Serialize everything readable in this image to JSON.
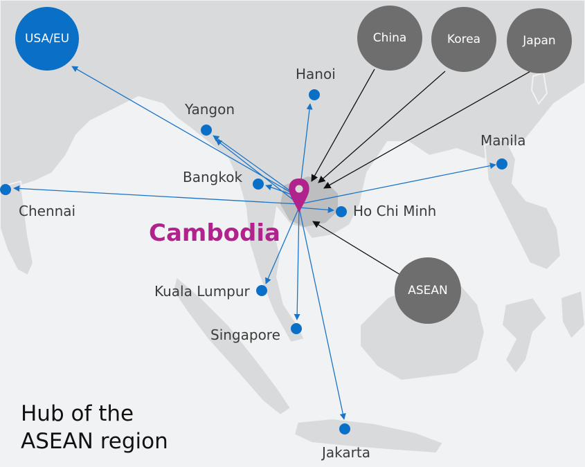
{
  "hub": {
    "name": "Cambodia",
    "color": "#b0238c"
  },
  "caption": {
    "line1": "Hub of the",
    "line2": "ASEAN region"
  },
  "origins": {
    "usa_eu": "USA/EU",
    "china": "China",
    "korea": "Korea",
    "japan": "Japan",
    "asean": "ASEAN"
  },
  "destinations": {
    "hanoi": "Hanoi",
    "yangon": "Yangon",
    "bangkok": "Bangkok",
    "chennai": "Chennai",
    "manila": "Manila",
    "ho_chi_minh": "Ho Chi Minh",
    "kuala_lumpur": "Kuala Lumpur",
    "singapore": "Singapore",
    "jakarta": "Jakarta"
  },
  "colors": {
    "background": "#f1f2f3",
    "land": "#d9dadb",
    "cambodia_land": "#bdbebf",
    "route_blue": "#1a73c7",
    "inbound_arrow": "#111111",
    "origin_circle": "#6e6e6e",
    "usa_eu_circle": "#0a6fc6"
  },
  "icons": {
    "hub_marker": "map-pin-icon",
    "city_marker": "dot-icon"
  }
}
